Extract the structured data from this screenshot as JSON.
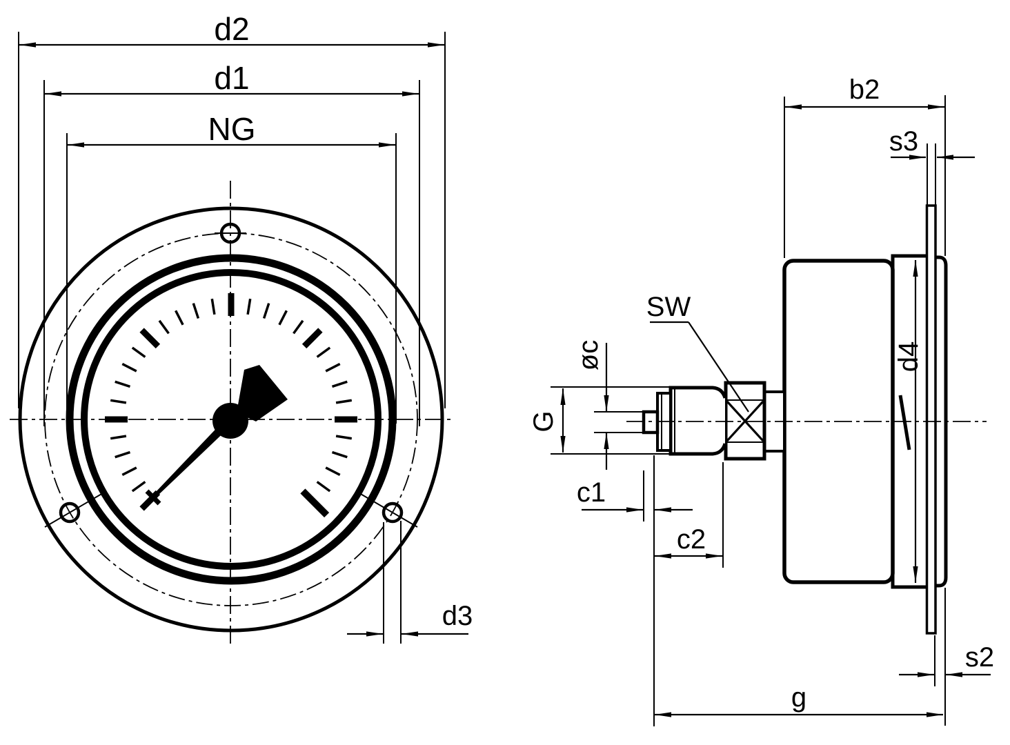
{
  "drawing": {
    "background_color": "#ffffff",
    "line_color": "#000000",
    "front_view": {
      "flange_outer_diameter_label": "d2",
      "bolt_circle_diameter_label": "d1",
      "nominal_size_label": "NG",
      "mounting_hole_diameter_label": "d3"
    },
    "side_view": {
      "case_depth_label": "b2",
      "flange_thickness_label": "s3",
      "wrench_size_label": "SW",
      "tip_diameter_label": "øc",
      "thread_label": "G",
      "tip_length_label": "c1",
      "thread_length_label": "c2",
      "bezel_diameter_label": "d4",
      "rear_plate_thickness_label": "s2",
      "overall_depth_label": "g"
    }
  }
}
